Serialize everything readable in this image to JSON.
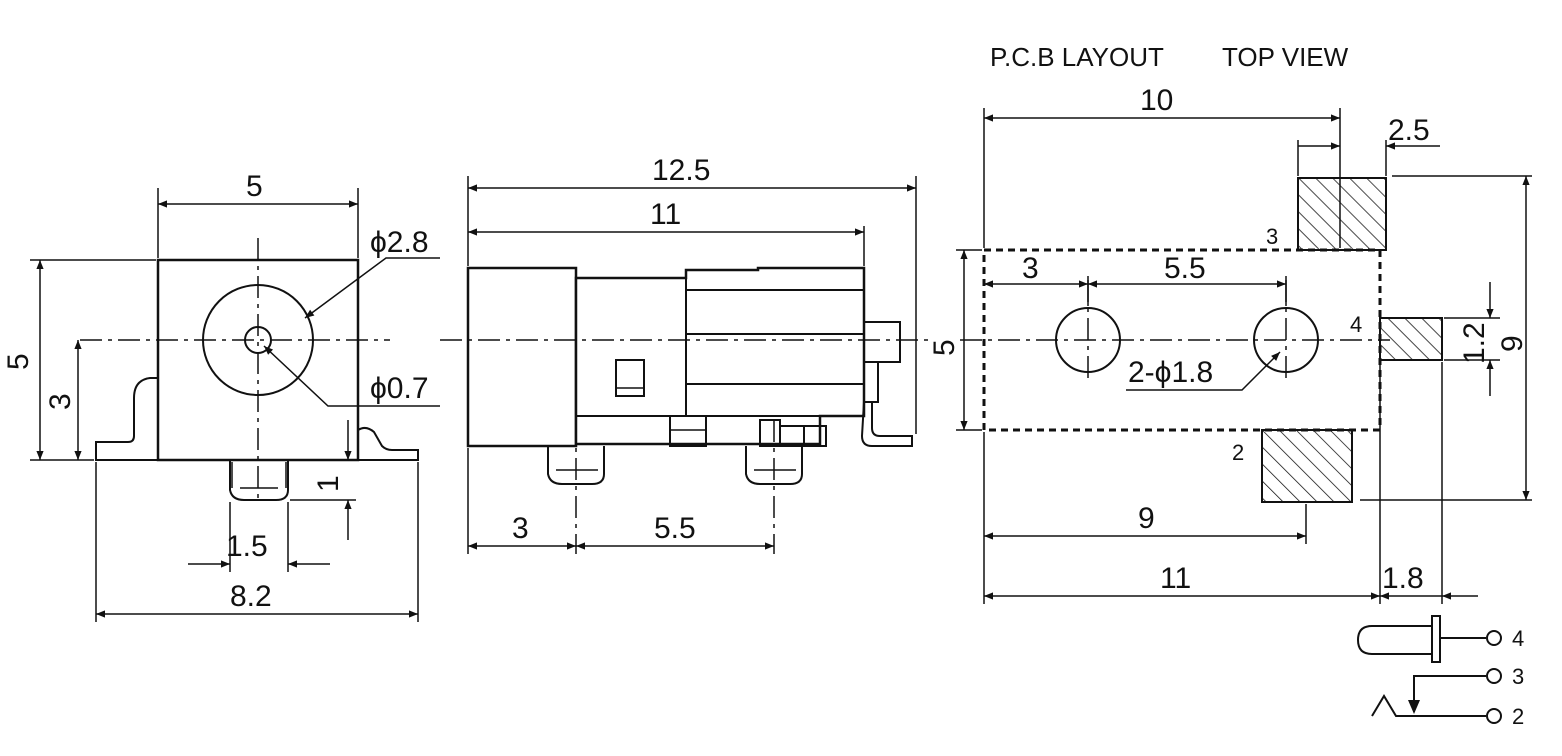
{
  "headers": {
    "pcb_layout": "P.C.B LAYOUT",
    "top_view": "TOP VIEW"
  },
  "front_view": {
    "width": "5",
    "height": "5",
    "center_height": "3",
    "outer_diameter": "ϕ2.8",
    "inner_diameter": "ϕ0.7",
    "pin_drop": "1",
    "pin_width": "1.5",
    "overall_width": "8.2"
  },
  "side_view": {
    "overall_length": "12.5",
    "body_length": "11",
    "pin_offset": "3",
    "pin_pitch": "5.5"
  },
  "pcb_layout": {
    "top_width": "10",
    "pad_width": "2.5",
    "hole_offset": "3",
    "hole_pitch": "5.5",
    "hole_spec": "2-ϕ1.8",
    "body_height": "5",
    "pad_height_pin4": "1.2",
    "overall_height": "9",
    "pad2_position": "9",
    "body_length": "11",
    "pin4_length": "1.8",
    "pin_labels": [
      "3",
      "4",
      "2"
    ]
  },
  "schematic": {
    "terminals": [
      "4",
      "3",
      "2"
    ]
  }
}
